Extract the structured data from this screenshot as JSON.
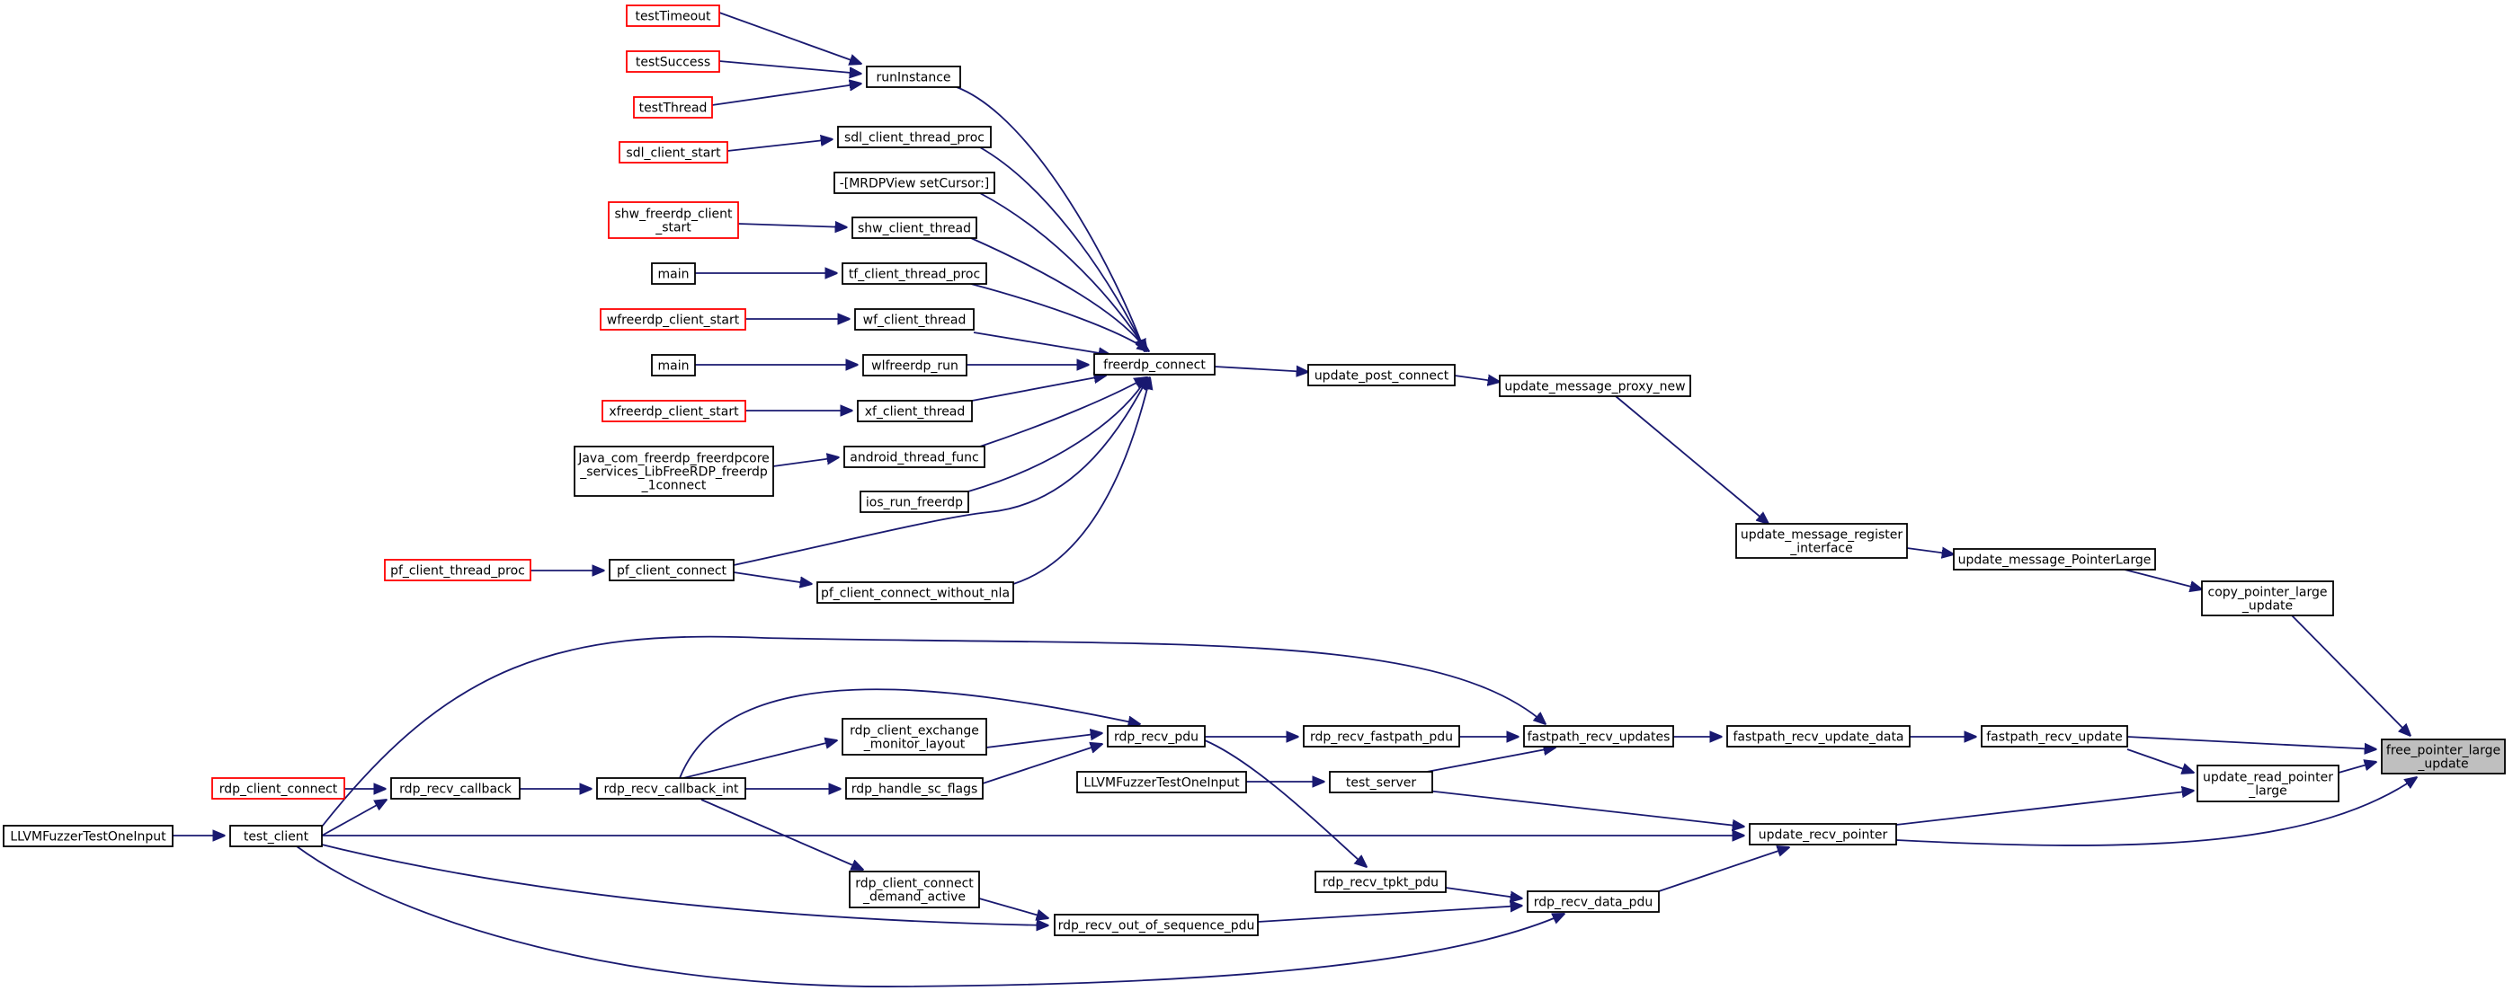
{
  "graph": {
    "edge_color": "#191970",
    "external_node_border": "#ff0000",
    "focus_fill": "#bfbfbf",
    "nodes": [
      {
        "id": "free_pointer_large_update",
        "label": [
          "free_pointer_large",
          "_update"
        ],
        "style": "focus"
      },
      {
        "id": "copy_pointer_large_update",
        "label": [
          "copy_pointer_large",
          "_update"
        ]
      },
      {
        "id": "update_message_PointerLarge",
        "label": [
          "update_message_PointerLarge"
        ]
      },
      {
        "id": "update_message_register_interface",
        "label": [
          "update_message_register",
          "_interface"
        ]
      },
      {
        "id": "update_message_proxy_new",
        "label": [
          "update_message_proxy_new"
        ]
      },
      {
        "id": "update_post_connect",
        "label": [
          "update_post_connect"
        ]
      },
      {
        "id": "freerdp_connect",
        "label": [
          "freerdp_connect"
        ]
      },
      {
        "id": "runInstance",
        "label": [
          "runInstance"
        ]
      },
      {
        "id": "testTimeout",
        "label": [
          "testTimeout"
        ],
        "style": "red"
      },
      {
        "id": "testSuccess",
        "label": [
          "testSuccess"
        ],
        "style": "red"
      },
      {
        "id": "testThread",
        "label": [
          "testThread"
        ],
        "style": "red"
      },
      {
        "id": "sdl_client_thread_proc",
        "label": [
          "sdl_client_thread_proc"
        ]
      },
      {
        "id": "sdl_client_start",
        "label": [
          "sdl_client_start"
        ],
        "style": "red"
      },
      {
        "id": "mrdpview_setcursor",
        "label": [
          "-[MRDPView setCursor:]"
        ]
      },
      {
        "id": "shw_client_thread",
        "label": [
          "shw_client_thread"
        ]
      },
      {
        "id": "shw_freerdp_client_start",
        "label": [
          "shw_freerdp_client",
          "_start"
        ],
        "style": "red"
      },
      {
        "id": "tf_client_thread_proc",
        "label": [
          "tf_client_thread_proc"
        ]
      },
      {
        "id": "main_1",
        "label": [
          "main"
        ]
      },
      {
        "id": "wf_client_thread",
        "label": [
          "wf_client_thread"
        ]
      },
      {
        "id": "wfreerdp_client_start",
        "label": [
          "wfreerdp_client_start"
        ],
        "style": "red"
      },
      {
        "id": "wlfreerdp_run",
        "label": [
          "wlfreerdp_run"
        ]
      },
      {
        "id": "main_2",
        "label": [
          "main"
        ]
      },
      {
        "id": "xf_client_thread",
        "label": [
          "xf_client_thread"
        ]
      },
      {
        "id": "xfreerdp_client_start",
        "label": [
          "xfreerdp_client_start"
        ],
        "style": "red"
      },
      {
        "id": "android_thread_func",
        "label": [
          "android_thread_func"
        ]
      },
      {
        "id": "java_connect",
        "label": [
          "Java_com_freerdp_freerdpcore",
          "_services_LibFreeRDP_freerdp",
          "_1connect"
        ]
      },
      {
        "id": "ios_run_freerdp",
        "label": [
          "ios_run_freerdp"
        ]
      },
      {
        "id": "pf_client_connect",
        "label": [
          "pf_client_connect"
        ]
      },
      {
        "id": "pf_client_thread_proc",
        "label": [
          "pf_client_thread_proc"
        ],
        "style": "red"
      },
      {
        "id": "pf_client_connect_without_nla",
        "label": [
          "pf_client_connect_without_nla"
        ]
      },
      {
        "id": "fastpath_recv_update",
        "label": [
          "fastpath_recv_update"
        ]
      },
      {
        "id": "fastpath_recv_update_data",
        "label": [
          "fastpath_recv_update_data"
        ]
      },
      {
        "id": "fastpath_recv_updates",
        "label": [
          "fastpath_recv_updates"
        ]
      },
      {
        "id": "rdp_recv_fastpath_pdu",
        "label": [
          "rdp_recv_fastpath_pdu"
        ]
      },
      {
        "id": "rdp_recv_pdu",
        "label": [
          "rdp_recv_pdu"
        ]
      },
      {
        "id": "rdp_client_exchange_monitor_layout",
        "label": [
          "rdp_client_exchange",
          "_monitor_layout"
        ]
      },
      {
        "id": "rdp_handle_sc_flags",
        "label": [
          "rdp_handle_sc_flags"
        ]
      },
      {
        "id": "rdp_recv_callback_int",
        "label": [
          "rdp_recv_callback_int"
        ]
      },
      {
        "id": "rdp_recv_callback",
        "label": [
          "rdp_recv_callback"
        ]
      },
      {
        "id": "rdp_client_connect",
        "label": [
          "rdp_client_connect"
        ],
        "style": "red"
      },
      {
        "id": "test_client",
        "label": [
          "test_client"
        ]
      },
      {
        "id": "llvm_fuzzer_2",
        "label": [
          "LLVMFuzzerTestOneInput"
        ]
      },
      {
        "id": "test_server",
        "label": [
          "test_server"
        ]
      },
      {
        "id": "llvm_fuzzer_1",
        "label": [
          "LLVMFuzzerTestOneInput"
        ]
      },
      {
        "id": "update_read_pointer_large",
        "label": [
          "update_read_pointer",
          "_large"
        ]
      },
      {
        "id": "update_recv_pointer",
        "label": [
          "update_recv_pointer"
        ]
      },
      {
        "id": "rdp_recv_data_pdu",
        "label": [
          "rdp_recv_data_pdu"
        ]
      },
      {
        "id": "rdp_recv_tpkt_pdu",
        "label": [
          "rdp_recv_tpkt_pdu"
        ]
      },
      {
        "id": "rdp_recv_out_of_sequence_pdu",
        "label": [
          "rdp_recv_out_of_sequence_pdu"
        ]
      },
      {
        "id": "rdp_client_connect_demand_active",
        "label": [
          "rdp_client_connect",
          "_demand_active"
        ]
      }
    ],
    "edges": [
      {
        "from": "copy_pointer_large_update",
        "to": "free_pointer_large_update"
      },
      {
        "from": "update_message_PointerLarge",
        "to": "copy_pointer_large_update"
      },
      {
        "from": "update_message_register_interface",
        "to": "update_message_PointerLarge"
      },
      {
        "from": "update_message_proxy_new",
        "to": "update_message_register_interface"
      },
      {
        "from": "update_post_connect",
        "to": "update_message_proxy_new"
      },
      {
        "from": "freerdp_connect",
        "to": "update_post_connect"
      },
      {
        "from": "runInstance",
        "to": "freerdp_connect"
      },
      {
        "from": "testTimeout",
        "to": "runInstance"
      },
      {
        "from": "testSuccess",
        "to": "runInstance"
      },
      {
        "from": "testThread",
        "to": "runInstance"
      },
      {
        "from": "sdl_client_thread_proc",
        "to": "freerdp_connect"
      },
      {
        "from": "sdl_client_start",
        "to": "sdl_client_thread_proc"
      },
      {
        "from": "mrdpview_setcursor",
        "to": "freerdp_connect"
      },
      {
        "from": "shw_client_thread",
        "to": "freerdp_connect"
      },
      {
        "from": "shw_freerdp_client_start",
        "to": "shw_client_thread"
      },
      {
        "from": "tf_client_thread_proc",
        "to": "freerdp_connect"
      },
      {
        "from": "main_1",
        "to": "tf_client_thread_proc"
      },
      {
        "from": "wf_client_thread",
        "to": "freerdp_connect"
      },
      {
        "from": "wfreerdp_client_start",
        "to": "wf_client_thread"
      },
      {
        "from": "wlfreerdp_run",
        "to": "freerdp_connect"
      },
      {
        "from": "main_2",
        "to": "wlfreerdp_run"
      },
      {
        "from": "xf_client_thread",
        "to": "freerdp_connect"
      },
      {
        "from": "xfreerdp_client_start",
        "to": "xf_client_thread"
      },
      {
        "from": "android_thread_func",
        "to": "freerdp_connect"
      },
      {
        "from": "java_connect",
        "to": "android_thread_func"
      },
      {
        "from": "ios_run_freerdp",
        "to": "freerdp_connect"
      },
      {
        "from": "pf_client_connect",
        "to": "freerdp_connect"
      },
      {
        "from": "pf_client_thread_proc",
        "to": "pf_client_connect"
      },
      {
        "from": "pf_client_connect_without_nla",
        "to": "freerdp_connect"
      },
      {
        "from": "pf_client_connect",
        "to": "pf_client_connect_without_nla"
      },
      {
        "from": "fastpath_recv_update",
        "to": "free_pointer_large_update"
      },
      {
        "from": "fastpath_recv_update_data",
        "to": "fastpath_recv_update"
      },
      {
        "from": "fastpath_recv_updates",
        "to": "fastpath_recv_update_data"
      },
      {
        "from": "rdp_recv_fastpath_pdu",
        "to": "fastpath_recv_updates"
      },
      {
        "from": "rdp_recv_pdu",
        "to": "rdp_recv_fastpath_pdu"
      },
      {
        "from": "rdp_client_exchange_monitor_layout",
        "to": "rdp_recv_pdu"
      },
      {
        "from": "rdp_handle_sc_flags",
        "to": "rdp_recv_pdu"
      },
      {
        "from": "rdp_recv_callback_int",
        "to": "rdp_client_exchange_monitor_layout"
      },
      {
        "from": "rdp_recv_callback_int",
        "to": "rdp_handle_sc_flags"
      },
      {
        "from": "rdp_recv_callback_int",
        "to": "rdp_recv_pdu"
      },
      {
        "from": "rdp_recv_callback",
        "to": "rdp_recv_callback_int"
      },
      {
        "from": "rdp_client_connect",
        "to": "rdp_recv_callback"
      },
      {
        "from": "test_client",
        "to": "rdp_recv_callback"
      },
      {
        "from": "llvm_fuzzer_2",
        "to": "test_client"
      },
      {
        "from": "test_server",
        "to": "fastpath_recv_updates"
      },
      {
        "from": "llvm_fuzzer_1",
        "to": "test_server"
      },
      {
        "from": "test_client",
        "to": "fastpath_recv_updates"
      },
      {
        "from": "update_read_pointer_large",
        "to": "free_pointer_large_update"
      },
      {
        "from": "fastpath_recv_update",
        "to": "update_read_pointer_large"
      },
      {
        "from": "update_recv_pointer",
        "to": "free_pointer_large_update"
      },
      {
        "from": "update_recv_pointer",
        "to": "update_read_pointer_large"
      },
      {
        "from": "test_client",
        "to": "update_recv_pointer"
      },
      {
        "from": "test_server",
        "to": "update_recv_pointer"
      },
      {
        "from": "rdp_recv_data_pdu",
        "to": "update_recv_pointer"
      },
      {
        "from": "rdp_recv_tpkt_pdu",
        "to": "rdp_recv_data_pdu"
      },
      {
        "from": "rdp_recv_pdu",
        "to": "rdp_recv_tpkt_pdu"
      },
      {
        "from": "rdp_recv_out_of_sequence_pdu",
        "to": "rdp_recv_data_pdu"
      },
      {
        "from": "rdp_client_connect_demand_active",
        "to": "rdp_recv_out_of_sequence_pdu"
      },
      {
        "from": "rdp_recv_callback_int",
        "to": "rdp_client_connect_demand_active"
      },
      {
        "from": "test_client",
        "to": "rdp_recv_out_of_sequence_pdu"
      },
      {
        "from": "test_client",
        "to": "rdp_recv_data_pdu"
      }
    ]
  }
}
